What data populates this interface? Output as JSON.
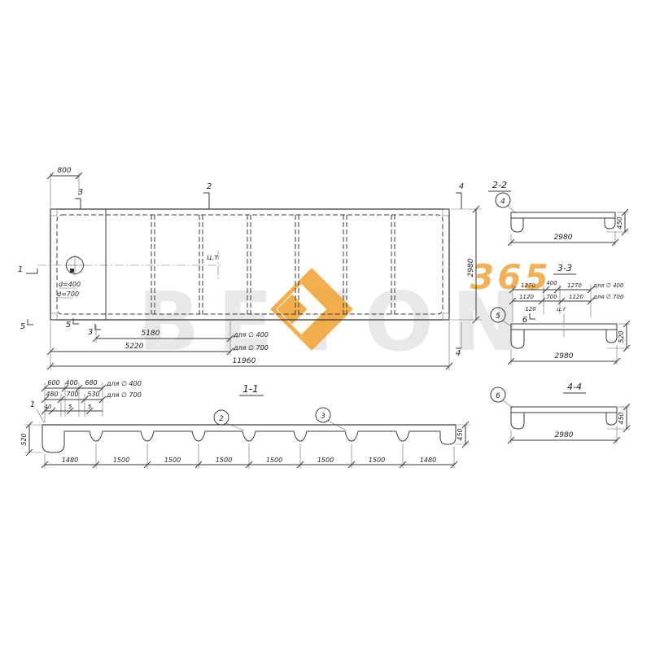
{
  "watermark": {
    "word": "BETON",
    "number": "365",
    "accent_color": "#f0a43c",
    "letter_color": "#d2d2d2"
  },
  "plan": {
    "dim_top": "800",
    "dim_right": "2980",
    "chain1": "5180",
    "chain1_note": "для ∅ 400",
    "chain2": "5220",
    "chain2_note": "для ∅ 700",
    "total": "11960",
    "hole_d400": "d=400",
    "hole_d700": "d=700",
    "center_label": "ц.т",
    "marks": {
      "s1": "1",
      "s2": "2",
      "s3": "3",
      "s4": "4",
      "s5": "5",
      "s6": "6"
    }
  },
  "sec11": {
    "title": "1-1",
    "mark1": "1",
    "top400": [
      "600",
      "400",
      "680"
    ],
    "note400": "для ∅ 400",
    "top700": [
      "480",
      "700",
      "530"
    ],
    "note700": "для ∅ 700",
    "small": [
      "40",
      "5",
      "5"
    ],
    "h_left": "520",
    "h_right": "450",
    "bottom": [
      "1480",
      "1500",
      "1500",
      "1500",
      "1500",
      "1500",
      "1500",
      "1480"
    ],
    "det2": "2",
    "det3": "3"
  },
  "sec22": {
    "title": "2-2",
    "det": "4",
    "width": "2980",
    "height": "450"
  },
  "sec33": {
    "title": "3-3",
    "det": "5",
    "row400": [
      "1270",
      "400",
      "1270"
    ],
    "note400": "для ∅ 400",
    "row700": [
      "1120",
      "700",
      "1120"
    ],
    "note700": "для ∅ 700",
    "small": "120",
    "center_label": "ц.т",
    "width": "2980",
    "height": "520"
  },
  "sec44": {
    "title": "4-4",
    "det": "6",
    "width": "2980",
    "height": "450"
  }
}
